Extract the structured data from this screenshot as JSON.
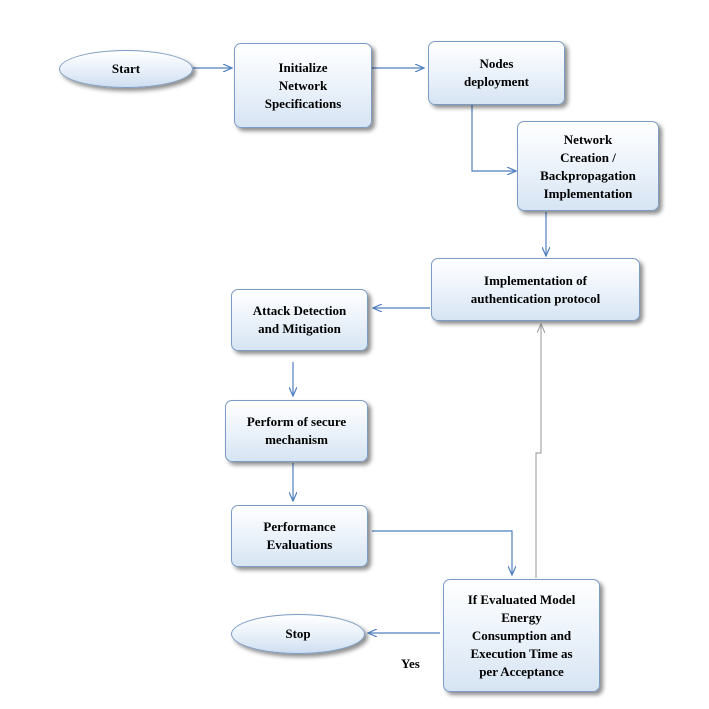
{
  "nodes": {
    "start": "Start",
    "init": "Initialize\nNetwork\nSpecifications",
    "deploy": "Nodes\ndeployment",
    "creation": "Network\nCreation /\nBackpropagation\nImplementation",
    "auth": "Implementation of\nauthentication protocol",
    "attack": "Attack Detection\nand Mitigation",
    "secure": "Perform of secure\nmechanism",
    "perf": "Performance\nEvaluations",
    "decision": "If Evaluated Model\nEnergy\nConsumption and\nExecution Time as\nper Acceptance",
    "stop": "Stop"
  },
  "edge_labels": {
    "yes": "Yes"
  },
  "colors": {
    "arrow": "#4f7fbf",
    "loop": "#a6a6a6",
    "border": "#7d9cc4"
  }
}
